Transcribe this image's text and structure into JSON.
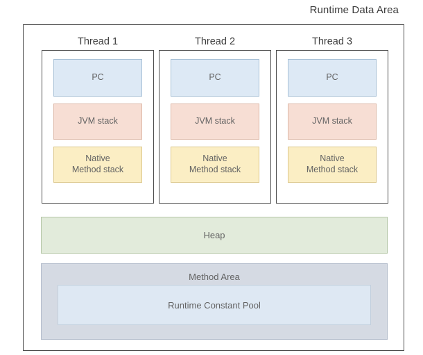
{
  "diagram": {
    "title": "Runtime Data Area",
    "threads": [
      {
        "label": "Thread 1",
        "cells": [
          {
            "label": "PC",
            "kind": "pc"
          },
          {
            "label": "JVM stack",
            "kind": "jvm-stack"
          },
          {
            "label": "Native\nMethod stack",
            "kind": "native-stack"
          }
        ]
      },
      {
        "label": "Thread 2",
        "cells": [
          {
            "label": "PC",
            "kind": "pc"
          },
          {
            "label": "JVM stack",
            "kind": "jvm-stack"
          },
          {
            "label": "Native\nMethod stack",
            "kind": "native-stack"
          }
        ]
      },
      {
        "label": "Thread 3",
        "cells": [
          {
            "label": "PC",
            "kind": "pc"
          },
          {
            "label": "JVM stack",
            "kind": "jvm-stack"
          },
          {
            "label": "Native\nMethod stack",
            "kind": "native-stack"
          }
        ]
      }
    ],
    "heap": {
      "label": "Heap"
    },
    "method_area": {
      "label": "Method Area",
      "constant_pool": {
        "label": "Runtime Constant Pool"
      }
    },
    "colors": {
      "pc_fill": "#dde9f5",
      "pc_border": "#a7c0d6",
      "jvm_stack_fill": "#f7ded4",
      "jvm_stack_border": "#ddb9a8",
      "native_stack_fill": "#fbeec4",
      "native_stack_border": "#dcc78b",
      "heap_fill": "#e2ebdb",
      "heap_border": "#b4c6a6",
      "method_area_fill": "#d5dae3",
      "method_area_border": "#b3bccb",
      "constant_pool_fill": "#dee8f3",
      "constant_pool_border": "#c2cfdd",
      "frame_border": "#4d4d4d",
      "text": "#595959"
    }
  }
}
